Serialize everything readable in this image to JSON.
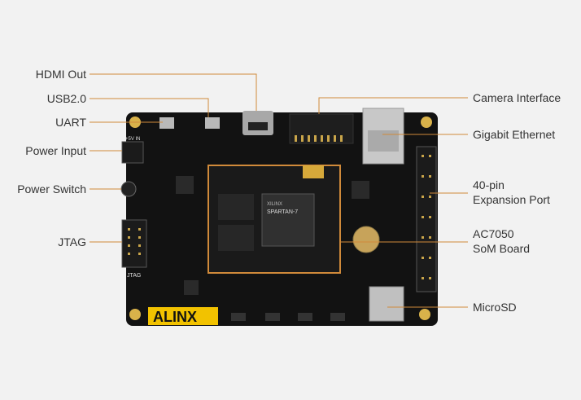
{
  "callouts_left": [
    {
      "id": "hdmi-out",
      "text": "HDMI Out"
    },
    {
      "id": "usb20",
      "text": "USB2.0"
    },
    {
      "id": "uart",
      "text": "UART"
    },
    {
      "id": "power-input",
      "text": "Power Input"
    },
    {
      "id": "power-switch",
      "text": "Power Switch"
    },
    {
      "id": "jtag",
      "text": "JTAG"
    }
  ],
  "callouts_right": [
    {
      "id": "camera-interface",
      "line1": "Camera Interface",
      "line2": ""
    },
    {
      "id": "gigabit-ethernet",
      "line1": "Gigabit Ethernet",
      "line2": ""
    },
    {
      "id": "expansion-port",
      "line1": "40-pin",
      "line2": "Expansion Port"
    },
    {
      "id": "som-board",
      "line1": "AC7050",
      "line2": "SoM Board"
    },
    {
      "id": "microsd",
      "line1": "MicroSD",
      "line2": ""
    }
  ],
  "board": {
    "brand": "ALINX",
    "chip_brand": "XILINX",
    "chip_name": "SPARTAN-7",
    "silk_jtag": "JTAG",
    "silk_5v": "+5V IN"
  },
  "colors": {
    "background": "#f2f2f2",
    "pcb": "#111111",
    "callout_line": "#d08a3a",
    "som_outline": "#d08a3a",
    "brand_yellow": "#f2c200"
  }
}
